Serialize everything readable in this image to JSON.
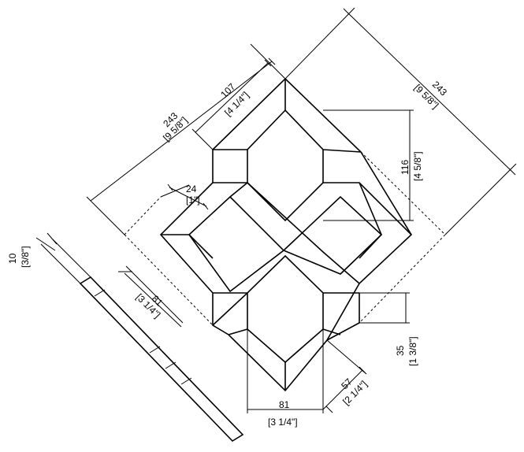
{
  "dimensions": {
    "overall_top_right": {
      "mm": "243",
      "inch": "[9 5/8\"]"
    },
    "overall_top_left": {
      "mm": "243",
      "inch": "[9 5/8\"]"
    },
    "upper_left_arm": {
      "mm": "107",
      "inch": "[4 1/4\"]"
    },
    "right_vertical": {
      "mm": "116",
      "inch": "[4 5/8\"]"
    },
    "border_width": {
      "mm": "24",
      "inch": "[1\"]"
    },
    "left_diagonal": {
      "mm": "81",
      "inch": "[3 1/4\"]"
    },
    "bottom_width": {
      "mm": "81",
      "inch": "[3 1/4\"]"
    },
    "lower_right_vertical": {
      "mm": "35",
      "inch": "[1 3/8\"]"
    },
    "lower_right_diagonal": {
      "mm": "57",
      "inch": "[2 1/4\"]"
    },
    "thickness": {
      "mm": "10",
      "inch": "[3/8\"]"
    }
  }
}
